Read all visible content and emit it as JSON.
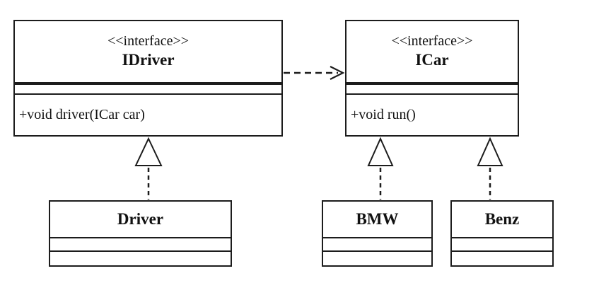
{
  "diagram": {
    "kind": "uml-class-diagram",
    "background_color": "#ffffff",
    "line_color": "#1c1c1c",
    "interfaces": [
      {
        "id": "IDriver",
        "stereotype": "<<interface>>",
        "name": "IDriver",
        "fields": [],
        "methods": [
          "+void driver(ICar car)"
        ]
      },
      {
        "id": "ICar",
        "stereotype": "<<interface>>",
        "name": "ICar",
        "fields": [],
        "methods": [
          "+void run()"
        ]
      }
    ],
    "classes": [
      {
        "id": "Driver",
        "name": "Driver",
        "fields": [],
        "methods": []
      },
      {
        "id": "BMW",
        "name": "BMW",
        "fields": [],
        "methods": []
      },
      {
        "id": "Benz",
        "name": "Benz",
        "fields": [],
        "methods": []
      }
    ],
    "relations": [
      {
        "from": "IDriver",
        "to": "ICar",
        "type": "dependency",
        "style": "dashed-open-arrow"
      },
      {
        "from": "Driver",
        "to": "IDriver",
        "type": "realization",
        "style": "dashed-hollow-triangle"
      },
      {
        "from": "BMW",
        "to": "ICar",
        "type": "realization",
        "style": "dashed-hollow-triangle"
      },
      {
        "from": "Benz",
        "to": "ICar",
        "type": "realization",
        "style": "dashed-hollow-triangle"
      }
    ]
  }
}
